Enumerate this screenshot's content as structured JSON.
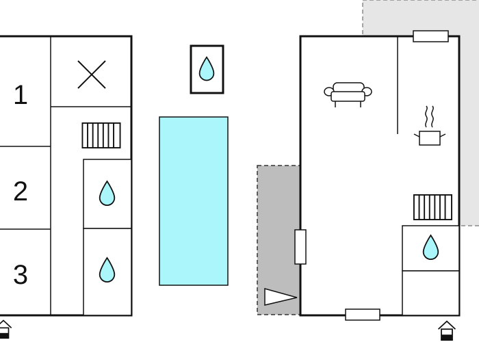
{
  "rooms": {
    "bedroom_labels": [
      "1",
      "2",
      "3"
    ]
  },
  "colors": {
    "wall": "#111111",
    "pool": "#aaf6fa",
    "terrace": "#bdbdbd",
    "outdoor_area": "#e6e6e6",
    "water_drop": "#aaf6fa"
  },
  "icons": [
    "water-drop-icon",
    "radiator-icon",
    "sofa-icon",
    "cooking-pot-icon",
    "entrance-icon",
    "cross-icon",
    "window-icon"
  ]
}
